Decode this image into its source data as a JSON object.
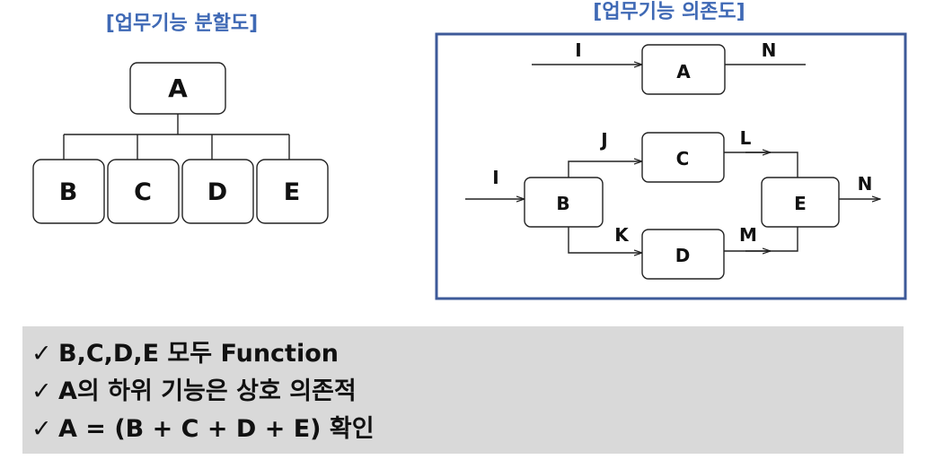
{
  "decomposition": {
    "title": "[업무기능 분할도]",
    "root": "A",
    "children": [
      "B",
      "C",
      "D",
      "E"
    ]
  },
  "dependency": {
    "title": "[업무기능 의존도]",
    "top_flow": {
      "input": "I",
      "node": "A",
      "output": "N"
    },
    "nodes": {
      "B": "B",
      "C": "C",
      "D": "D",
      "E": "E"
    },
    "flows": {
      "I": "I",
      "J": "J",
      "K": "K",
      "L": "L",
      "M": "M",
      "N": "N"
    }
  },
  "summary": {
    "check_symbol": "✓",
    "items": [
      "B,C,D,E 모두 Function",
      "A의 하위 기능은 상호 의존적",
      "A = (B + C + D + E) 확인"
    ]
  },
  "colors": {
    "heading": "#3f69b5",
    "frame": "#3d5a99",
    "summary_bg": "#d9d9d9"
  }
}
